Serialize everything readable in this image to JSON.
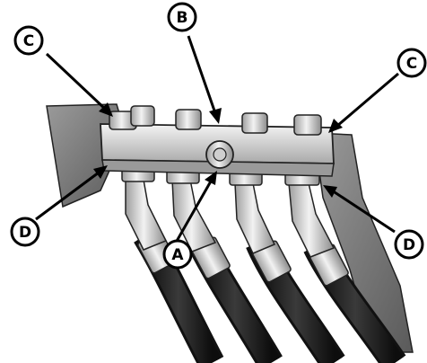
{
  "figure": {
    "subject": "hydraulic-coupler-block-with-hoses",
    "callouts": [
      {
        "id": "c-top-left",
        "label": "C"
      },
      {
        "id": "b-top",
        "label": "B"
      },
      {
        "id": "c-top-right",
        "label": "C"
      },
      {
        "id": "d-left",
        "label": "D"
      },
      {
        "id": "a-bottom",
        "label": "A"
      },
      {
        "id": "d-right",
        "label": "D"
      }
    ]
  },
  "colors": {
    "line": "#000000",
    "background": "#ffffff",
    "metal_light": "#e4e4e4",
    "metal_mid": "#bdbdbd",
    "metal_dark": "#8a8a8a",
    "panel": "#6f6f6f",
    "hose": "#1e1e1e"
  }
}
